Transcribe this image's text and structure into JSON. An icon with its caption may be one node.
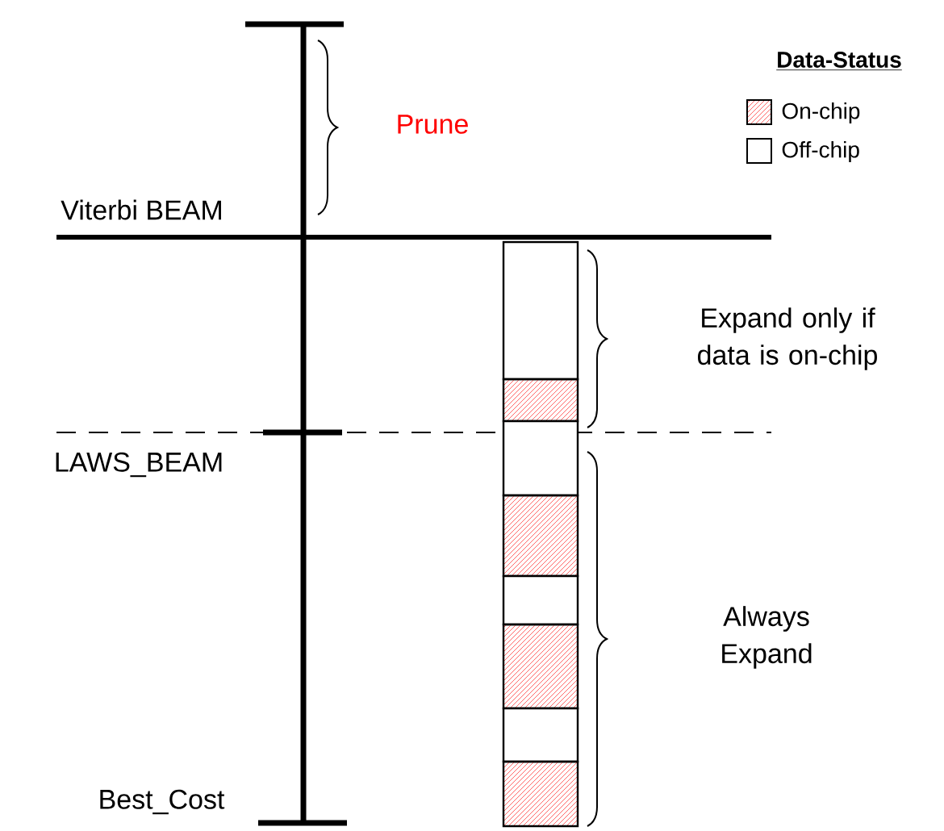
{
  "diagram": {
    "labels": [
      "Data-Status",
      "Prune",
      "Viterbi BEAM",
      "Expand only if data is on-chip",
      "LAWS_BEAM",
      "Always Expand",
      "Best_Cost"
    ],
    "legend": [
      {
        "text": "On-chip"
      },
      {
        "text": "Off-chip"
      }
    ]
  }
}
